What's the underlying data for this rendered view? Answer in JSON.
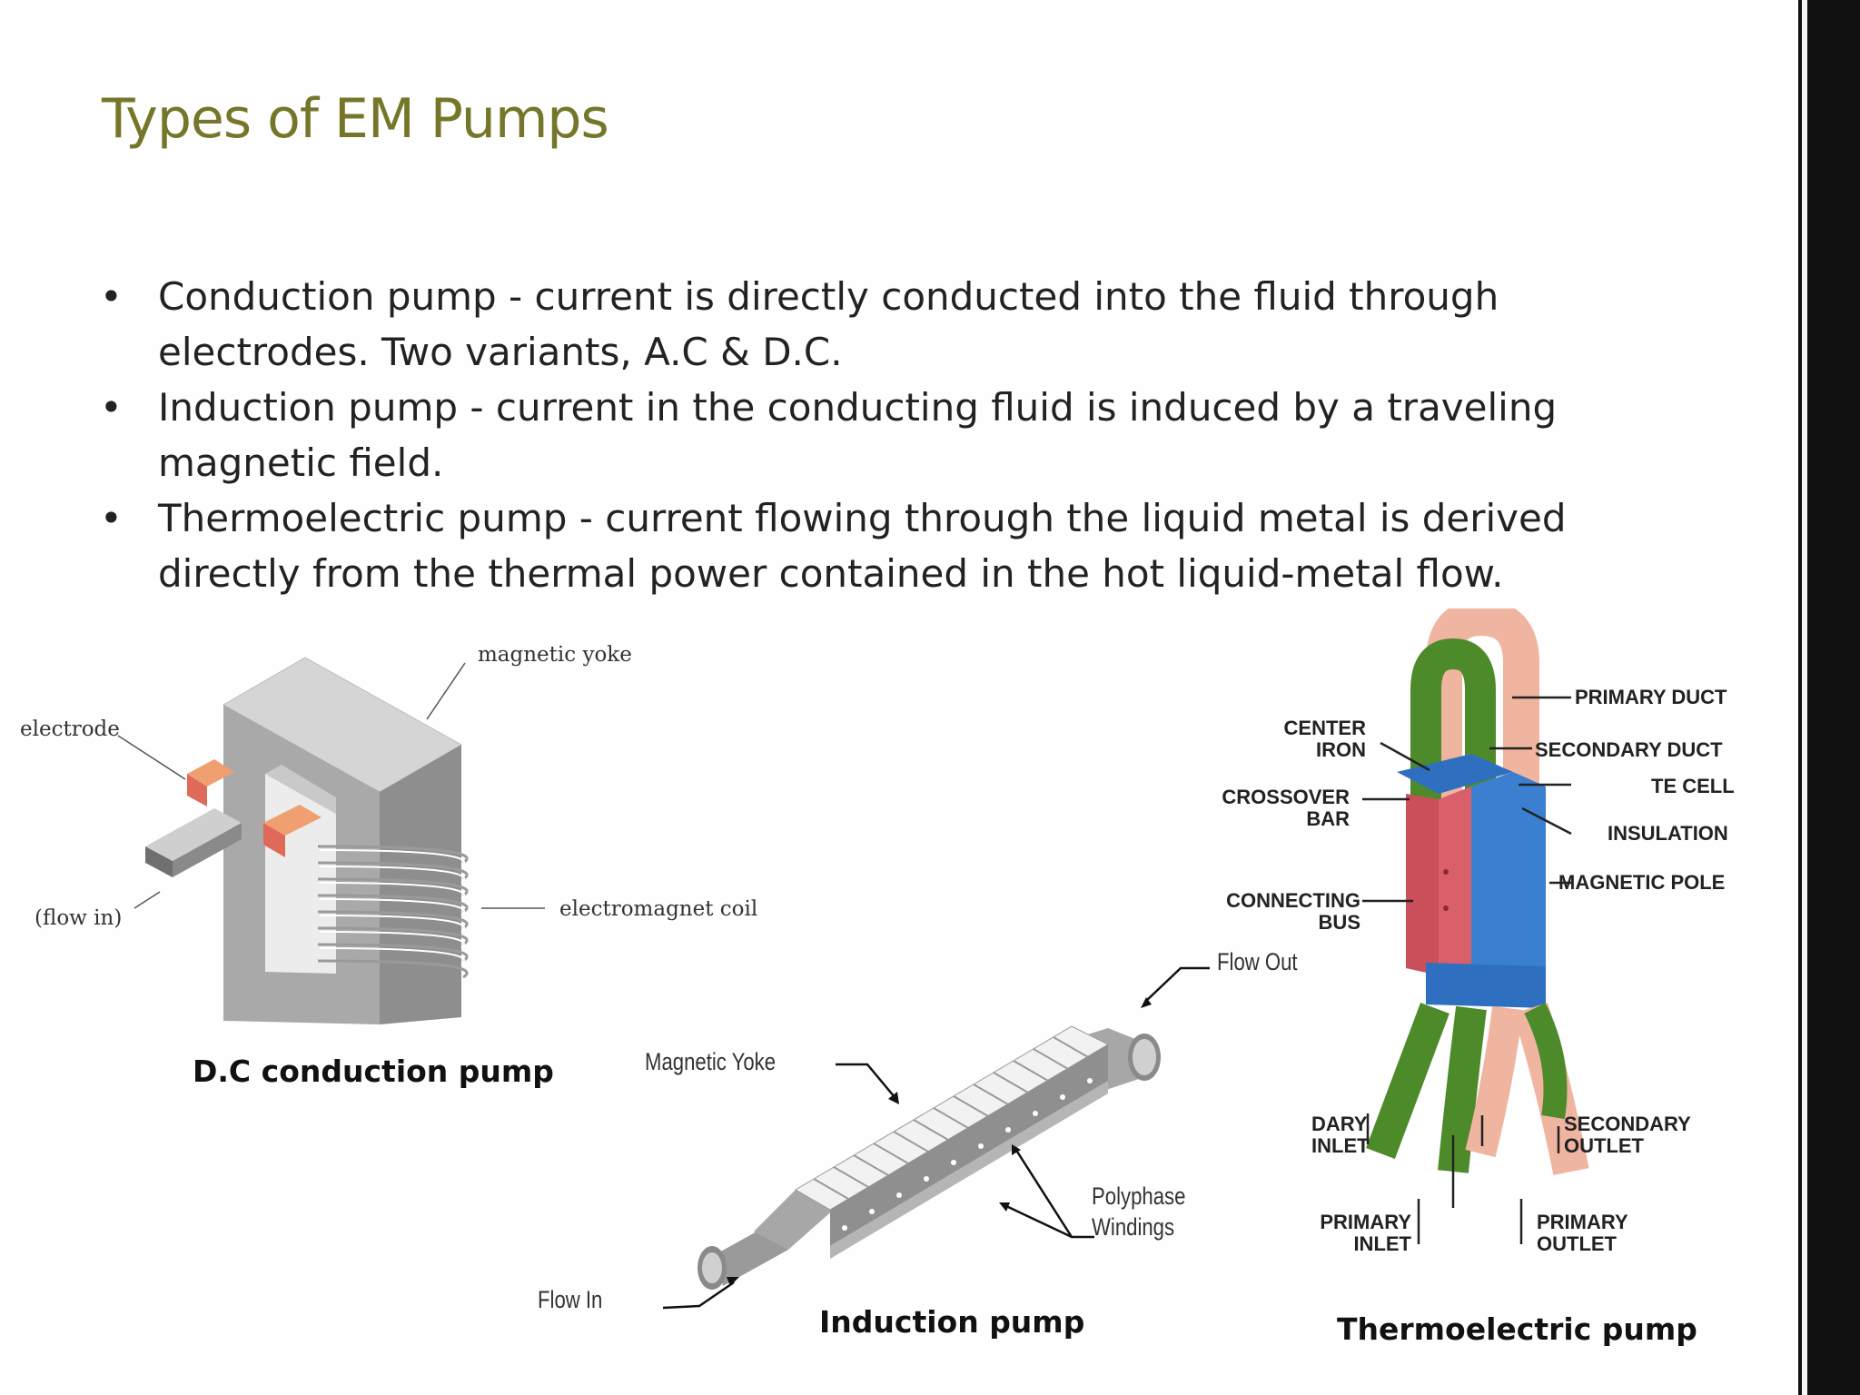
{
  "title": "Types of EM Pumps",
  "bullets": [
    {
      "text": "Conduction pump - current is directly conducted into the fluid through electrodes. Two variants, A.C & D.C."
    },
    {
      "text": "Induction pump -  current in the conducting fluid is induced by a traveling magnetic field."
    },
    {
      "text": "Thermoelectric pump - current flowing through the liquid metal is derived directly from the thermal power contained in the hot liquid-metal flow."
    }
  ],
  "bullet_glyph": "•",
  "figures": {
    "dc": {
      "caption": "D.C conduction pump",
      "labels": {
        "magnetic_yoke": "magnetic yoke",
        "electrode": "electrode",
        "flow_in": "(flow in)",
        "coil": "electromagnet coil"
      }
    },
    "induction": {
      "caption": "Induction pump",
      "labels": {
        "flow_out": "Flow Out",
        "magnetic_yoke": "Magnetic Yoke",
        "polyphase": "Polyphase",
        "windings": "Windings",
        "flow_in": "Flow In"
      }
    },
    "thermo": {
      "caption": "Thermoelectric pump",
      "labels": {
        "primary_duct": "PRIMARY DUCT",
        "center_iron_1": "CENTER",
        "center_iron_2": "IRON",
        "secondary_duct": "SECONDARY DUCT",
        "te_cell": "TE CELL",
        "crossover_1": "CROSSOVER",
        "crossover_2": "BAR",
        "insulation": "INSULATION",
        "magnetic_pole": "MAGNETIC POLE",
        "connecting_1": "CONNECTING",
        "connecting_2": "BUS",
        "sec_inlet_1": "DARY",
        "sec_inlet_2": "INLET",
        "sec_outlet_1": "SECONDARY",
        "sec_outlet_2": "OUTLET",
        "pri_inlet_1": "PRIMARY",
        "pri_inlet_2": "INLET",
        "pri_outlet_1": "PRIMARY",
        "pri_outlet_2": "OUTLET"
      }
    }
  },
  "colors": {
    "title": "#76762a",
    "gray": "#9a9a9a",
    "electrode": "#e8835a",
    "green": "#4d8a2a",
    "pink": "#f0b5a0",
    "blue": "#3a7fd0",
    "red": "#d9606a"
  }
}
